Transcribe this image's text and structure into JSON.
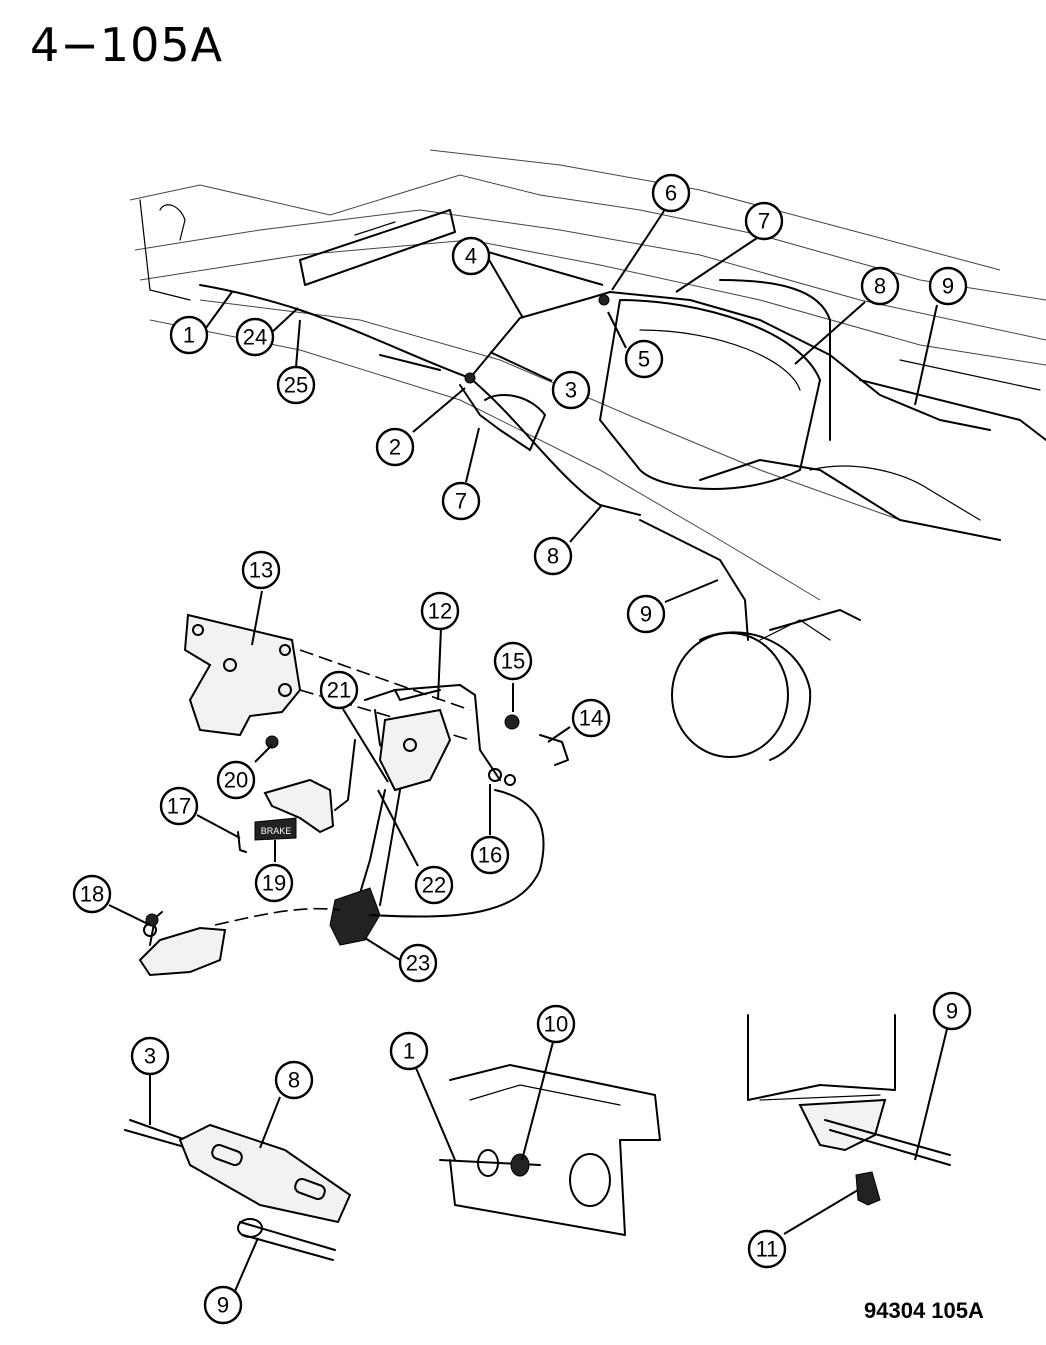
{
  "header": {
    "title": "4−105A"
  },
  "footer": {
    "code": "94304  105A"
  },
  "callouts": [
    {
      "label": "1"
    },
    {
      "label": "24"
    },
    {
      "label": "25"
    },
    {
      "label": "4"
    },
    {
      "label": "6"
    },
    {
      "label": "7"
    },
    {
      "label": "5"
    },
    {
      "label": "3"
    },
    {
      "label": "2"
    },
    {
      "label": "7"
    },
    {
      "label": "8"
    },
    {
      "label": "9"
    },
    {
      "label": "8"
    },
    {
      "label": "9"
    },
    {
      "label": "13"
    },
    {
      "label": "12"
    },
    {
      "label": "15"
    },
    {
      "label": "21"
    },
    {
      "label": "14"
    },
    {
      "label": "20"
    },
    {
      "label": "17"
    },
    {
      "label": "16"
    },
    {
      "label": "19"
    },
    {
      "label": "22"
    },
    {
      "label": "18"
    },
    {
      "label": "23"
    },
    {
      "label": "3"
    },
    {
      "label": "8"
    },
    {
      "label": "9"
    },
    {
      "label": "1"
    },
    {
      "label": "10"
    },
    {
      "label": "9"
    },
    {
      "label": "11"
    }
  ],
  "brake_pedal_pad": {
    "text": "BRAKE"
  }
}
